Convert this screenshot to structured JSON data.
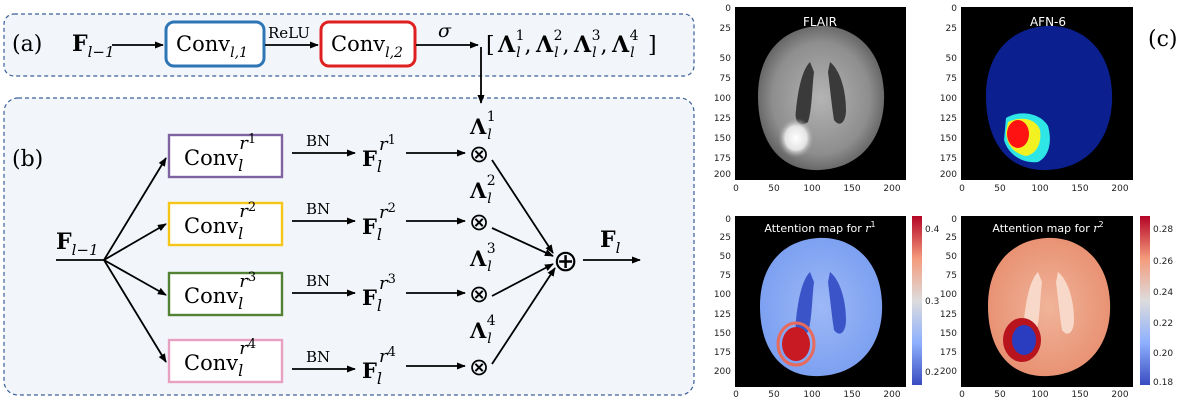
{
  "panel_a": {
    "label": "(a)",
    "input": {
      "base": "F",
      "sub": "l−1"
    },
    "conv1": {
      "base": "Conv",
      "sub": "l,1"
    },
    "relu": "ReLU",
    "conv2": {
      "base": "Conv",
      "sub": "l,2"
    },
    "sigma": "σ",
    "output": {
      "open": "[",
      "close": "]",
      "base": "Λ",
      "sub": "l",
      "sups": [
        "1",
        "2",
        "3",
        "4"
      ],
      "sep": ","
    }
  },
  "panel_b": {
    "label": "(b)",
    "input": {
      "base": "F",
      "sub": "l−1"
    },
    "branches": [
      {
        "conv_base": "Conv",
        "conv_sub": "l",
        "conv_sup_r": "r",
        "conv_sup_n": "1",
        "bn": "BN",
        "feat_base": "F",
        "feat_sub": "l",
        "feat_sup_r": "r",
        "feat_sup_n": "1",
        "lam_base": "Λ",
        "lam_sub": "l",
        "lam_sup": "1",
        "mult": "⊗"
      },
      {
        "conv_base": "Conv",
        "conv_sub": "l",
        "conv_sup_r": "r",
        "conv_sup_n": "2",
        "bn": "BN",
        "feat_base": "F",
        "feat_sub": "l",
        "feat_sup_r": "r",
        "feat_sup_n": "2",
        "lam_base": "Λ",
        "lam_sub": "l",
        "lam_sup": "2",
        "mult": "⊗"
      },
      {
        "conv_base": "Conv",
        "conv_sub": "l",
        "conv_sup_r": "r",
        "conv_sup_n": "3",
        "bn": "BN",
        "feat_base": "F",
        "feat_sub": "l",
        "feat_sup_r": "r",
        "feat_sup_n": "3",
        "lam_base": "Λ",
        "lam_sub": "l",
        "lam_sup": "3",
        "mult": "⊗"
      },
      {
        "conv_base": "Conv",
        "conv_sub": "l",
        "conv_sup_r": "r",
        "conv_sup_n": "4",
        "bn": "BN",
        "feat_base": "F",
        "feat_sub": "l",
        "feat_sup_r": "r",
        "feat_sup_n": "4",
        "lam_base": "Λ",
        "lam_sub": "l",
        "lam_sup": "4",
        "mult": "⊗"
      }
    ],
    "sum": "⊕",
    "output": {
      "base": "F",
      "sub": "l"
    }
  },
  "panel_c": {
    "label": "(c)",
    "images": [
      {
        "title": "FLAIR",
        "x_ticks": [
          "0",
          "50",
          "100",
          "150",
          "200"
        ],
        "y_ticks": [
          "0",
          "25",
          "50",
          "75",
          "100",
          "125",
          "150",
          "175",
          "200"
        ]
      },
      {
        "title": "AFN-6",
        "x_ticks": [
          "0",
          "50",
          "100",
          "150",
          "200"
        ],
        "y_ticks": [
          "0",
          "25",
          "50",
          "75",
          "100",
          "125",
          "150",
          "175",
          "200"
        ]
      },
      {
        "title": "Attention map for ",
        "title_var": "r",
        "title_sup": "1",
        "x_ticks": [
          "0",
          "50",
          "100",
          "150",
          "200"
        ],
        "y_ticks": [
          "0",
          "25",
          "50",
          "75",
          "100",
          "125",
          "150",
          "175",
          "200"
        ],
        "colorbar_ticks": [
          "0.4",
          "0.3",
          "0.2"
        ]
      },
      {
        "title": "Attention map for ",
        "title_var": "r",
        "title_sup": "2",
        "x_ticks": [
          "0",
          "50",
          "100",
          "150",
          "200"
        ],
        "y_ticks": [
          "0",
          "25",
          "50",
          "75",
          "100",
          "125",
          "150",
          "175",
          "200"
        ],
        "colorbar_ticks": [
          "0.28",
          "0.26",
          "0.24",
          "0.22",
          "0.20",
          "0.18"
        ]
      }
    ]
  },
  "colors": {
    "dash_border": "#3a5f9a",
    "conv1_border": "#2e75b6",
    "conv2_border": "#e02020",
    "branch1": "#8064a2",
    "branch2": "#f5c518",
    "branch3": "#548235",
    "branch4": "#e8a0c0"
  }
}
